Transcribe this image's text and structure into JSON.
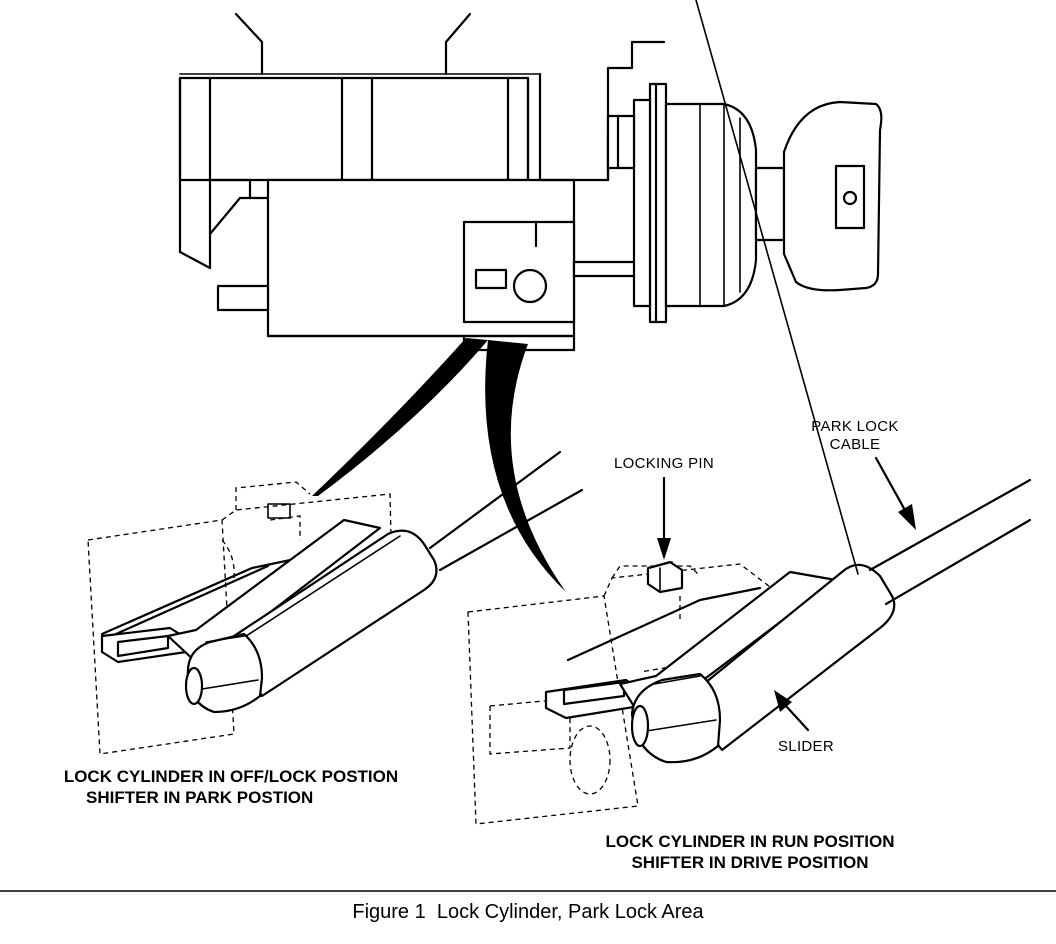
{
  "labels": {
    "park_lock_cable_line1": "PARK LOCK",
    "park_lock_cable_line2": "CABLE",
    "locking_pin": "LOCKING PIN",
    "slider": "SLIDER"
  },
  "captions": {
    "left_line1": "LOCK CYLINDER IN OFF/LOCK POSTION",
    "left_line2": "SHIFTER IN PARK POSTION",
    "right_line1": "LOCK CYLINDER IN RUN POSITION",
    "right_line2": "SHIFTER IN DRIVE POSITION"
  },
  "figure_caption": "Figure 1  Lock Cylinder, Park Lock Area"
}
